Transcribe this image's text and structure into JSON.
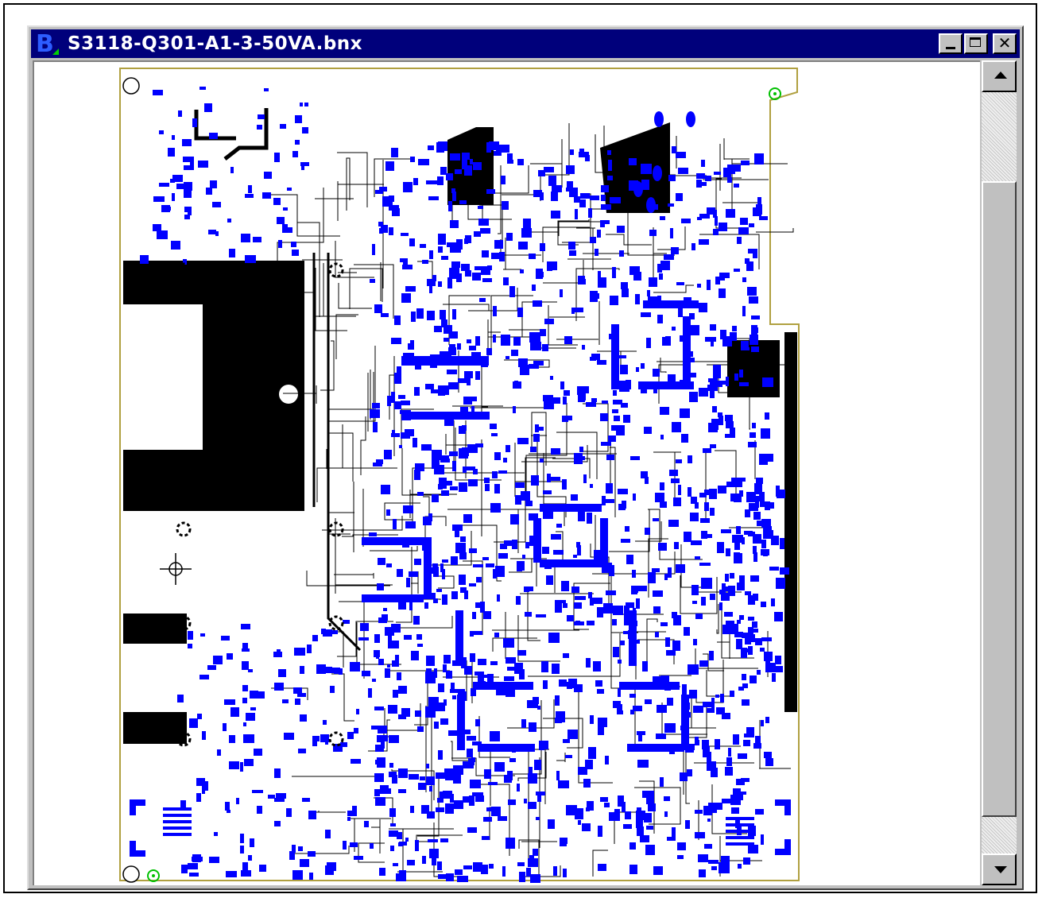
{
  "window": {
    "title": "S3118-Q301-A1-3-50VA.bnx",
    "app_icon_letter": "B",
    "controls": {
      "minimize": "minimize",
      "maximize": "maximize",
      "close": "✕"
    }
  },
  "scrollbar": {
    "position_fraction": 0.1,
    "visible_fraction": 0.85
  },
  "colors": {
    "titlebar": "#00007b",
    "pads": "#0000ff",
    "copper": "#000000",
    "board_outline": "#b0a040",
    "fiducial": "#00c000",
    "canvas": "#ffffff"
  }
}
